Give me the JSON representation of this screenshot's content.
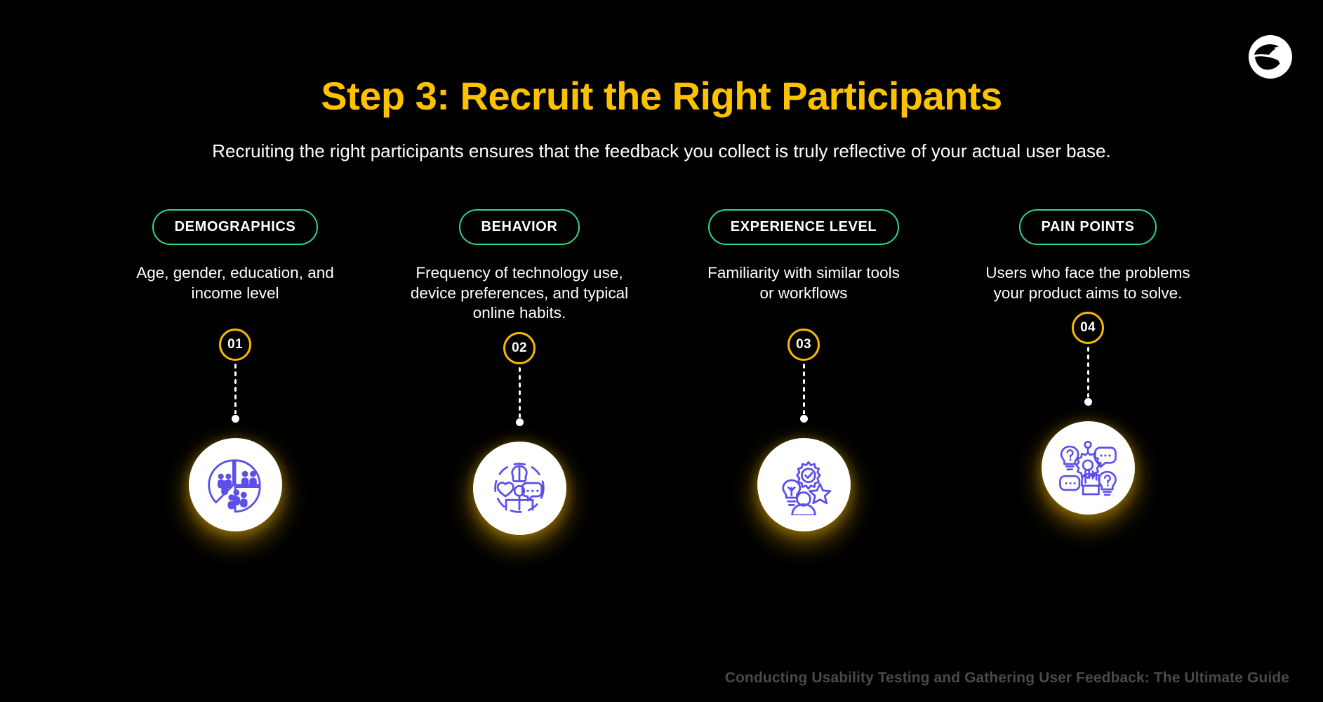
{
  "brand": {
    "logo_icon": "bird-logo-icon",
    "accent_yellow": "#FCC200",
    "accent_green": "#2BD98A",
    "icon_blue": "#5B4FE9",
    "background": "#000000"
  },
  "header": {
    "title": "Step 3: Recruit the Right Participants",
    "subtitle": "Recruiting the right participants ensures that the feedback you collect is truly reflective of your actual user base."
  },
  "columns": [
    {
      "label": "DEMOGRAPHICS",
      "description": "Age, gender, education, and income level",
      "number": "01",
      "icon": "demographics-pie-people-icon"
    },
    {
      "label": "BEHAVIOR",
      "description": "Frequency of technology use, device preferences, and typical online habits.",
      "number": "02",
      "icon": "behavior-brain-heart-chat-icon"
    },
    {
      "label": "EXPERIENCE LEVEL",
      "description": "Familiarity with similar tools or workflows",
      "number": "03",
      "icon": "experience-gear-bulb-star-icon"
    },
    {
      "label": "PAIN POINTS",
      "description": "Users who face the problems your product aims to solve.",
      "number": "04",
      "icon": "pain-points-hand-question-icon"
    }
  ],
  "footer": {
    "text": "Conducting Usability Testing and Gathering User Feedback: The Ultimate Guide"
  }
}
